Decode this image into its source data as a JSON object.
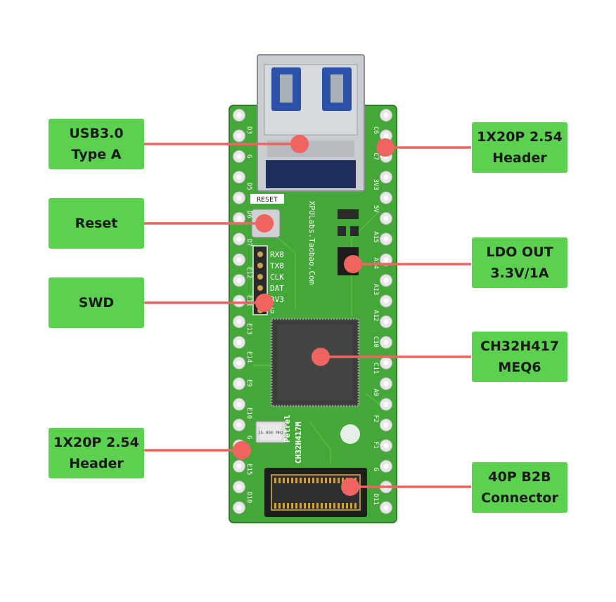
{
  "callouts": {
    "usb": "USB3.0\nType A",
    "reset": "Reset",
    "swd": "SWD",
    "header_left": "1X20P 2.54\nHeader",
    "header_right": "1X20P 2.54\nHeader",
    "ldo": "LDO OUT\n3.3V/1A",
    "mcu": "CH32H417\nMEQ6",
    "b2b": "40P B2B\nConnector"
  },
  "silkscreen": {
    "reset": "RESET",
    "url": "XPULabs.Taobao.Com",
    "board_name": "Petrel",
    "board_model": "CH32H417M",
    "swd_pins": [
      "RX8",
      "TX8",
      "CLK",
      "DAT",
      "3V3",
      "G"
    ],
    "crystal": "25.000 MHz",
    "left_pins": [
      "D3",
      "G",
      "D5",
      "D6",
      "D7",
      "E12",
      "E11",
      "E13",
      "E14",
      "E9",
      "E10",
      "G",
      "E15",
      "D10"
    ],
    "right_pins": [
      "C6",
      "C7",
      "3V3",
      "5V",
      "A15",
      "A14",
      "A13",
      "A12",
      "C10",
      "C11",
      "A9",
      "F2",
      "F1",
      "G",
      "D11"
    ]
  },
  "colors": {
    "label_bg": "#5bd14f",
    "leader": "#ef6461",
    "pcb": "#43a838",
    "pcb_trace": "#56bd49"
  }
}
